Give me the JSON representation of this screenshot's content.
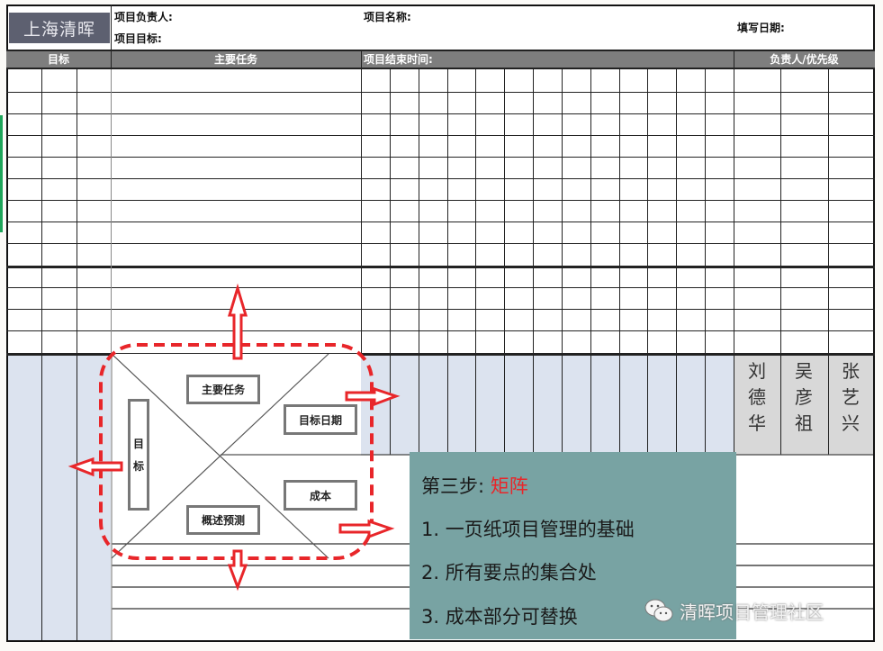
{
  "header": {
    "logo_text": "上海清晖",
    "owner_label": "项目负责人:",
    "goal_label": "项目目标:",
    "project_name_label": "项目名称:",
    "fill_date_label": "填写日期:"
  },
  "column_headers": {
    "goal": "目标",
    "main_tasks": "主要任务",
    "end_time": "项目结束时间:",
    "owner_priority": "负责人/优先级"
  },
  "grid": {
    "time_columns": 13,
    "owner_columns": 3,
    "goal_columns": 3,
    "upper_rows": 13
  },
  "owners": [
    {
      "name": "刘德华",
      "chars": [
        "刘",
        "德",
        "华"
      ]
    },
    {
      "name": "吴彦祖",
      "chars": [
        "吴",
        "彦",
        "祖"
      ]
    },
    {
      "name": "张艺兴",
      "chars": [
        "张",
        "艺",
        "兴"
      ]
    }
  ],
  "matrix_diagram": {
    "top_label": "主要任务",
    "left_label_chars": [
      "目",
      "标"
    ],
    "right_top_label": "目标日期",
    "right_bottom_label": "成本",
    "bottom_label": "概述预测",
    "highlight_color": "#e8262a"
  },
  "callout": {
    "title_prefix": "第三步:",
    "title_highlight": "矩阵",
    "title_highlight_color": "#e8262a",
    "items": [
      "1.  一页纸项目管理的基础",
      "2.  所有要点的集合处",
      "3.  成本部分可替换"
    ],
    "background_color": "#78a3a3"
  },
  "watermark": {
    "icon": "wechat-icon",
    "text": "清晖项目管理社区"
  }
}
